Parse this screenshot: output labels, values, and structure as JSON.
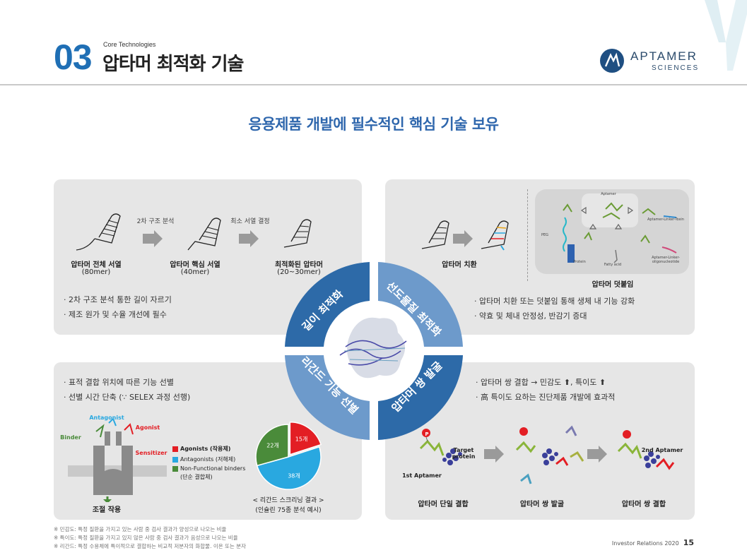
{
  "header": {
    "number": "03",
    "subtitle": "Core Technologies",
    "title": "압타머 최적화 기술",
    "logo_name": "APTAMER",
    "logo_sub": "SCIENCES"
  },
  "headline": "응용제품 개발에 필수적인 핵심 기술 보유",
  "colors": {
    "accent": "#1f6fb5",
    "segment_dark": "#2d6aa8",
    "segment_light": "#6d9acb",
    "panel": "#e6e6e6"
  },
  "top_left": {
    "step1_arrow": "2차 구조 분석",
    "step2_arrow": "최소 서열 결정",
    "items": [
      {
        "name": "압타머 전체 서열",
        "detail": "(80mer)"
      },
      {
        "name": "압타머 핵심 서열",
        "detail": "(40mer)"
      },
      {
        "name": "최적화된 압타머",
        "detail": "(20~30mer)"
      }
    ],
    "bullets": [
      "· 2차 구조 분석 통한 길이 자르기",
      "· 제조 원가 및 수율 개선에 필수"
    ]
  },
  "top_right": {
    "substitution_label": "압타머 치환",
    "conjugation_label": "압타머 덧붙임",
    "diagram_labels": [
      "Aptamer",
      "PEG",
      "Protein",
      "Fatty acid",
      "Aptamer-Linker-Toxin",
      "Aptamer-Linker-oligonucleotide"
    ],
    "bullets": [
      "· 압타머 치환 또는 덧붙임 통해 생체 내 기능 강화",
      "· 약효 및 체내 안정성, 반감기 증대"
    ]
  },
  "center": {
    "segments": [
      "길이 최적화",
      "선도물질 최적화",
      "리간드 기능 선별",
      "압타머 쌍 발굴"
    ]
  },
  "bottom_left": {
    "bullets": [
      "· 표적 결합 위치에 따른 기능 선별",
      "· 선별 시간 단축 (∵ SELEX 과정 선행)"
    ],
    "diagram_labels": [
      "Antagonist",
      "Agonist",
      "Binder",
      "Sensitizer"
    ],
    "caption": "조절 작용",
    "legend": [
      {
        "label": "Agonists (작용제)",
        "color": "#e31e24"
      },
      {
        "label": "Antagonists (저해제)",
        "color": "#29a8e0"
      },
      {
        "label": "Non-Functional binders",
        "color": "#4a8b3a"
      },
      {
        "label": "(단순 결합체)",
        "color": ""
      }
    ],
    "pie_caption1": "< 리간드 스크리닝 결과 >",
    "pie_caption2": "(인슐린 75종 분석 예시)"
  },
  "chart_data": {
    "type": "pie",
    "title": "",
    "categories": [
      "Agonists",
      "Antagonists",
      "Non-Functional binders"
    ],
    "values": [
      15,
      38,
      22
    ],
    "value_labels": [
      "15개",
      "38개",
      "22개"
    ],
    "colors": [
      "#e31e24",
      "#29a8e0",
      "#4a8b3a"
    ]
  },
  "bottom_right": {
    "bullets": [
      "· 압타머 쌍 결합 → 민감도 ⬆, 특이도 ⬆",
      "· 高 특이도 요하는 진단제품 개발에 효과적"
    ],
    "diagram_labels": [
      "Target protein",
      "1st Aptamer",
      "2nd Aptamer",
      "P"
    ],
    "captions": [
      "압타머 단일 결합",
      "압타머 쌍 발굴",
      "압타머 쌍 결합"
    ]
  },
  "notes": [
    "※ 민감도: 특정 질환을 가지고 있는 사람 중 검사 결과가 양성으로 나오는 비율",
    "※ 특이도: 특정 질환을 가지고 있지 않은 사람 중 검사 결과가 음성으로 나오는 비율",
    "※ 리간드: 특정 수용체에 특이적으로 결합하는 비교적 저분자의 화합물. 이온 또는 분자"
  ],
  "footer": {
    "label": "Investor Relations 2020",
    "page": "15"
  }
}
